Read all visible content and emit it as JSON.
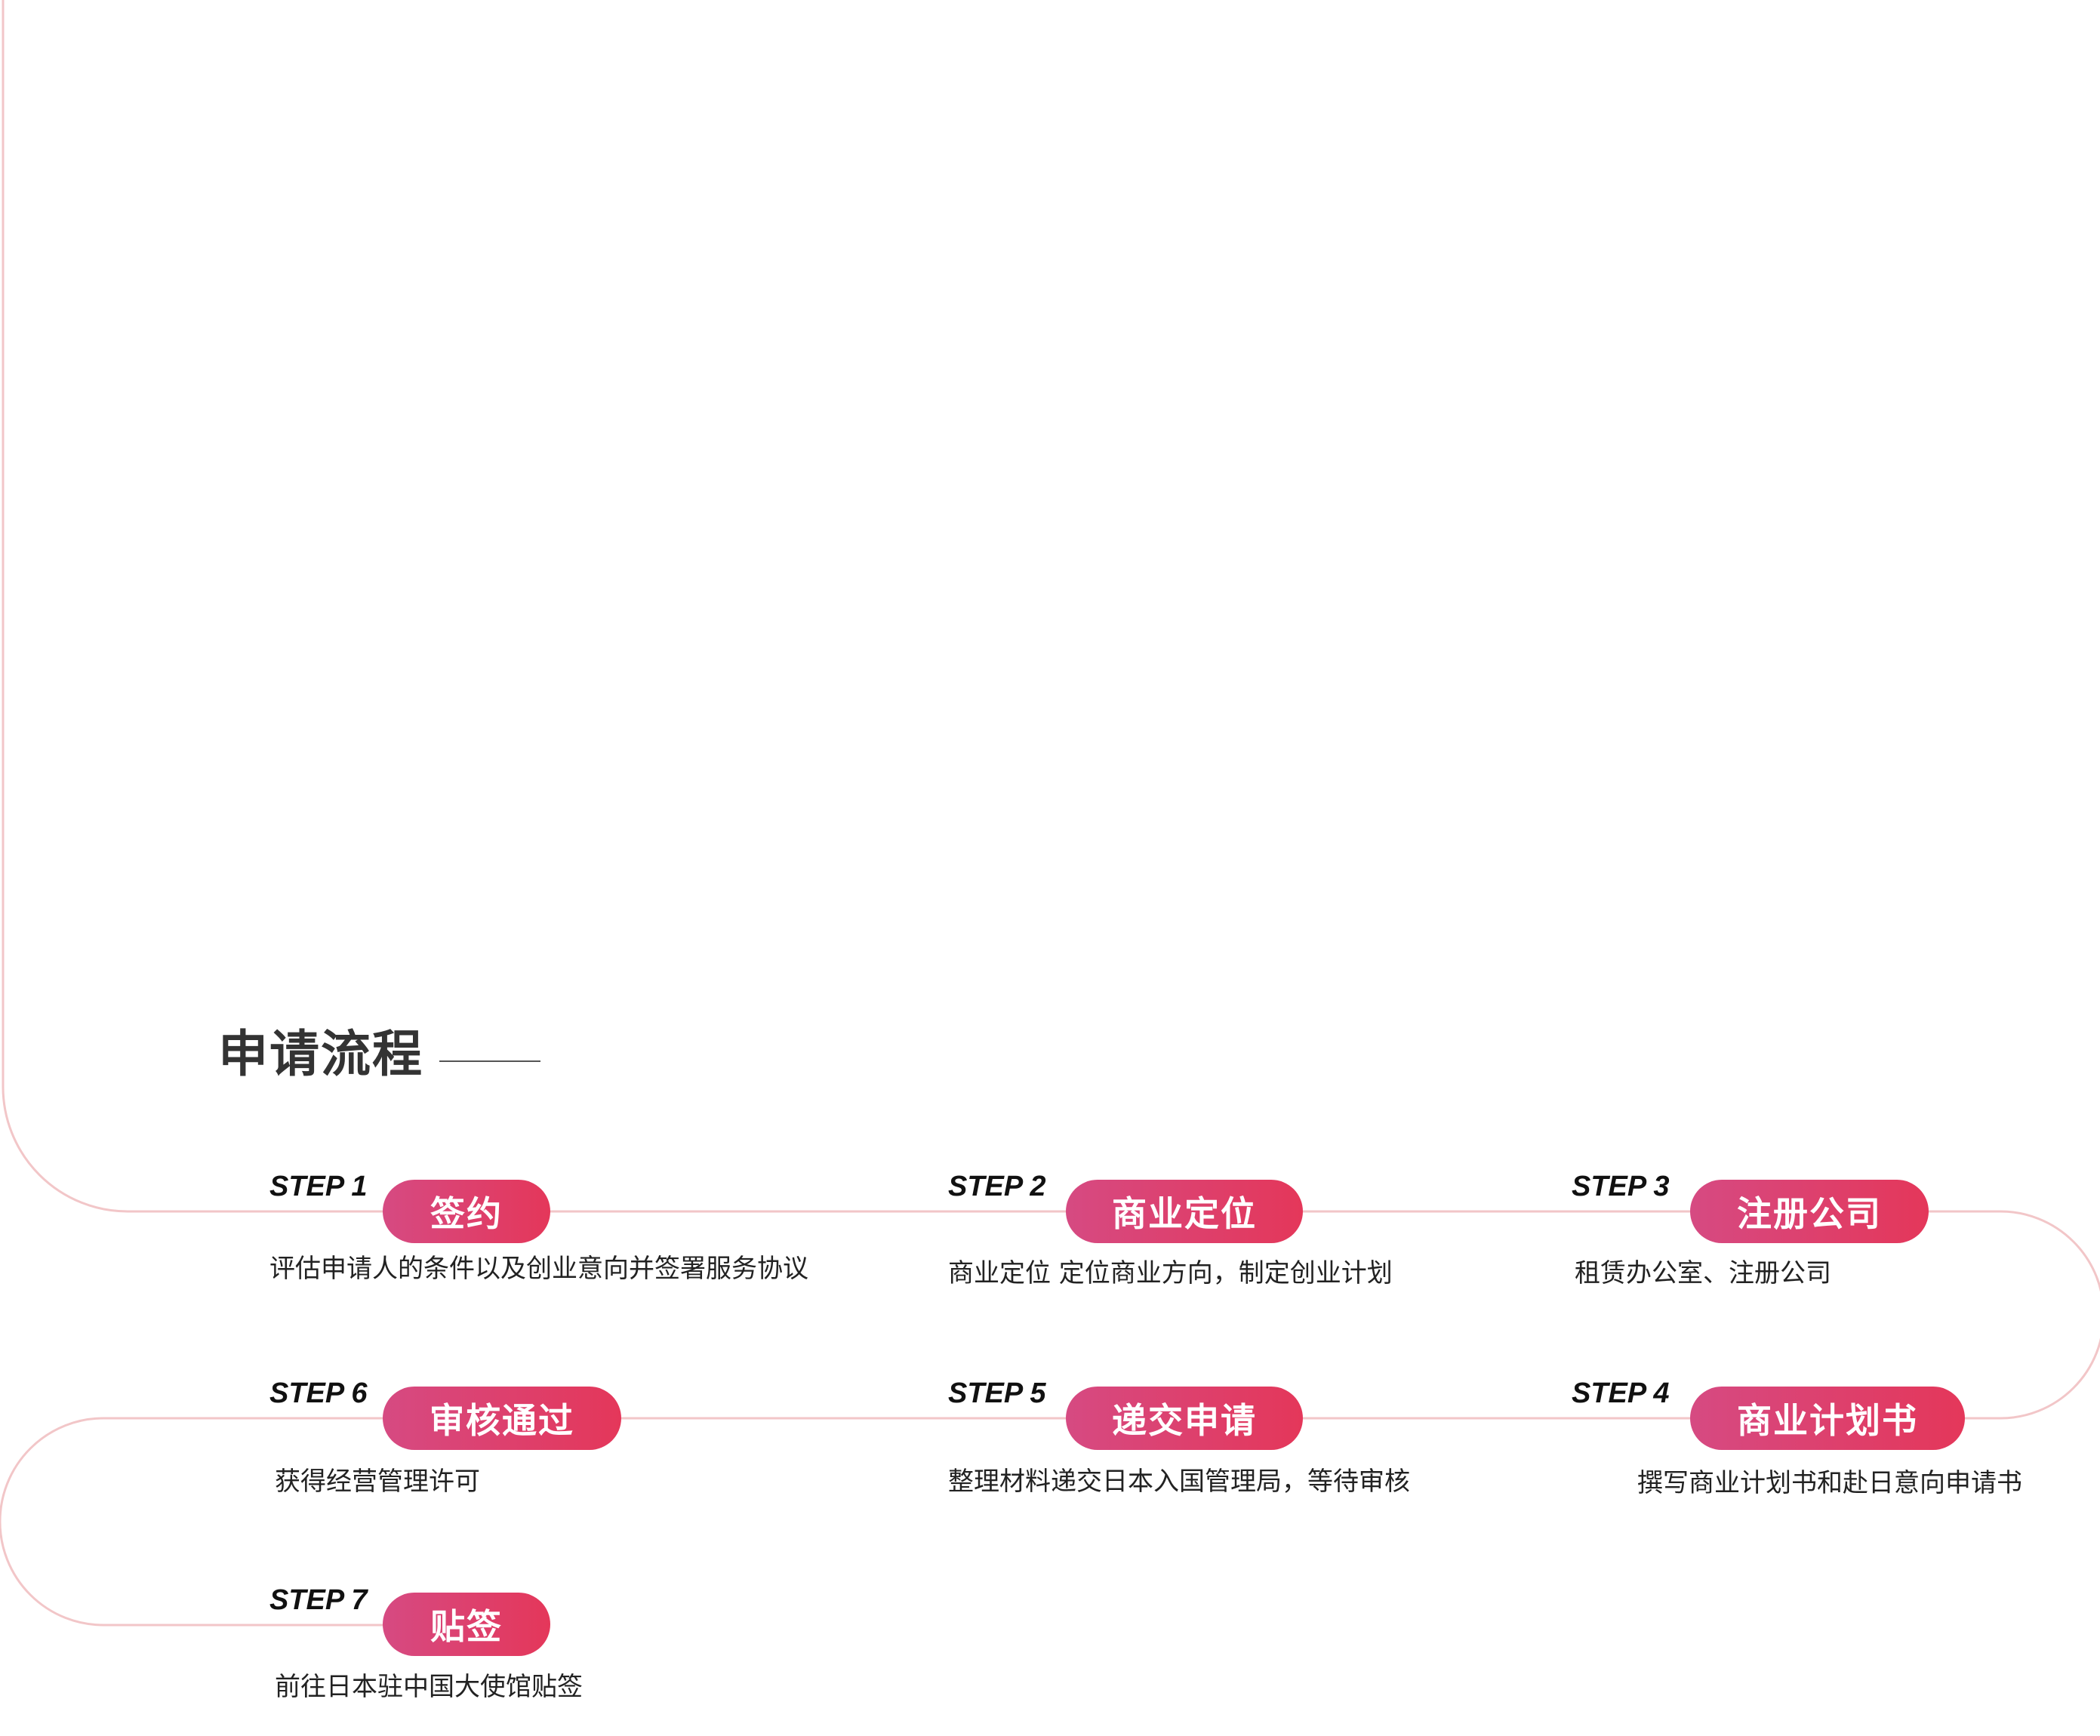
{
  "title": "申请流程",
  "colors": {
    "accent_start": "#d64a82",
    "accent_end": "#e4375a",
    "line": "#f2c6c8",
    "title": "#333333"
  },
  "steps": [
    {
      "label": "STEP 1",
      "name": "签约",
      "desc": "评估申请人的条件以及创业意向并签署服务协议"
    },
    {
      "label": "STEP 2",
      "name": "商业定位",
      "desc": "商业定位 定位商业方向，制定创业计划"
    },
    {
      "label": "STEP 3",
      "name": "注册公司",
      "desc": "租赁办公室、注册公司"
    },
    {
      "label": "STEP 4",
      "name": "商业计划书",
      "desc": "撰写商业计划书和赴日意向申请书"
    },
    {
      "label": "STEP 5",
      "name": "递交申请",
      "desc": "整理材料递交日本入国管理局，等待审核"
    },
    {
      "label": "STEP 6",
      "name": "审核通过",
      "desc": "获得经营管理许可"
    },
    {
      "label": "STEP 7",
      "name": "贴签",
      "desc": "前往日本驻中国大使馆贴签"
    }
  ]
}
